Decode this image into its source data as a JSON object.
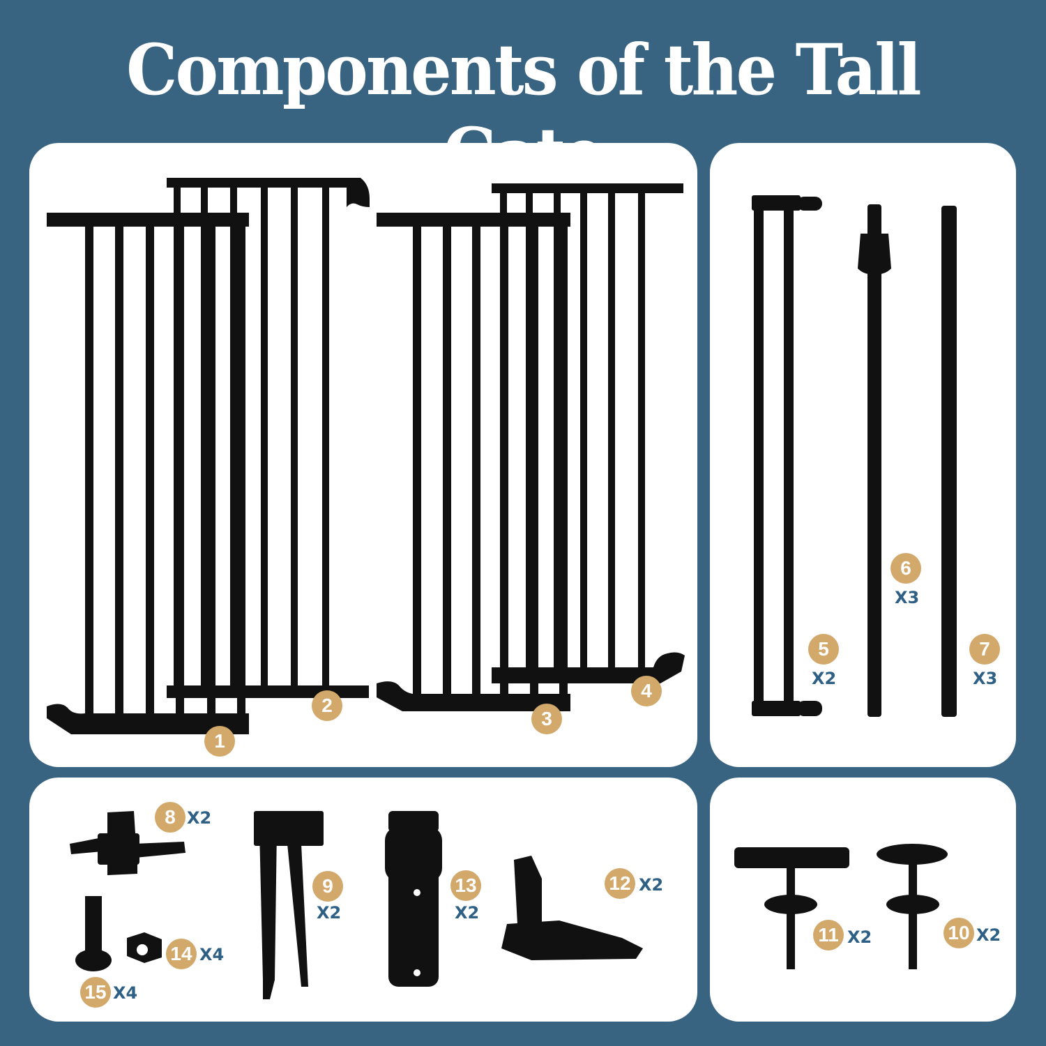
{
  "title": "Components of the Tall Gate",
  "colors": {
    "background": "#386482",
    "panel": "#ffffff",
    "badge": "#d2a86b",
    "quantity_text": "#2e5f85",
    "part": "#111111"
  },
  "components": [
    {
      "number": "1",
      "name": "gate-extension-panel-1",
      "quantity": ""
    },
    {
      "number": "2",
      "name": "gate-extension-panel-2",
      "quantity": ""
    },
    {
      "number": "3",
      "name": "gate-extension-panel-3",
      "quantity": ""
    },
    {
      "number": "4",
      "name": "gate-extension-panel-4",
      "quantity": ""
    },
    {
      "number": "5",
      "name": "narrow-extension",
      "quantity": "X2"
    },
    {
      "number": "6",
      "name": "pole-with-latch",
      "quantity": "X3"
    },
    {
      "number": "7",
      "name": "straight-pole",
      "quantity": "X3"
    },
    {
      "number": "8",
      "name": "connector-clip",
      "quantity": "X2"
    },
    {
      "number": "9",
      "name": "wall-bracket-hinge",
      "quantity": "X2"
    },
    {
      "number": "10",
      "name": "round-pressure-bolt",
      "quantity": "X2"
    },
    {
      "number": "11",
      "name": "square-pressure-bolt",
      "quantity": "X2"
    },
    {
      "number": "12",
      "name": "floor-stand",
      "quantity": "X2"
    },
    {
      "number": "13",
      "name": "pole-clamp",
      "quantity": "X2"
    },
    {
      "number": "14",
      "name": "hex-nut",
      "quantity": "X4"
    },
    {
      "number": "15",
      "name": "screw",
      "quantity": "X4"
    }
  ]
}
